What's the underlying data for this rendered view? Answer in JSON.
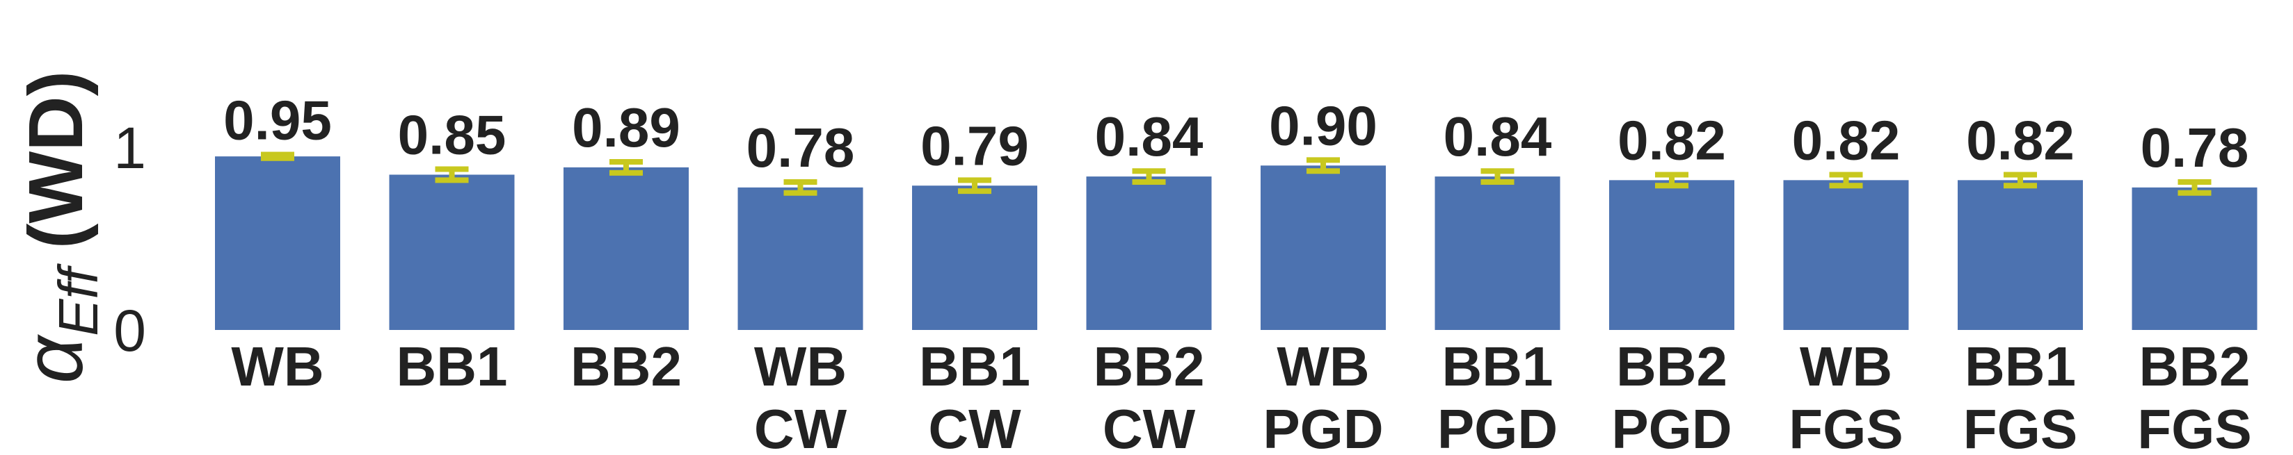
{
  "chart_data": {
    "type": "bar",
    "title": "",
    "ylabel_main": "α",
    "ylabel_sub": "Eff",
    "ylabel_suffix": "(WD)",
    "xlabel": "",
    "ylim": [
      0,
      1
    ],
    "yticks": [
      "0",
      "1"
    ],
    "categories": [
      [
        "WB"
      ],
      [
        "BB1"
      ],
      [
        "BB2"
      ],
      [
        "WB",
        "CW"
      ],
      [
        "BB1",
        "CW"
      ],
      [
        "BB2",
        "CW"
      ],
      [
        "WB",
        "PGD"
      ],
      [
        "BB1",
        "PGD"
      ],
      [
        "BB2",
        "PGD"
      ],
      [
        "WB",
        "FGS"
      ],
      [
        "BB1",
        "FGS"
      ],
      [
        "BB2",
        "FGS"
      ]
    ],
    "values": [
      0.95,
      0.85,
      0.89,
      0.78,
      0.79,
      0.84,
      0.9,
      0.84,
      0.82,
      0.82,
      0.82,
      0.78
    ],
    "value_labels": [
      "0.95",
      "0.85",
      "0.89",
      "0.78",
      "0.79",
      "0.84",
      "0.90",
      "0.84",
      "0.82",
      "0.82",
      "0.82",
      "0.78"
    ],
    "errors": [
      0.01,
      0.03,
      0.03,
      0.03,
      0.03,
      0.03,
      0.03,
      0.03,
      0.03,
      0.03,
      0.03,
      0.03
    ],
    "grid": false,
    "legend": "none",
    "colors": {
      "bar": "#4c72b0",
      "error": "#c8c81e",
      "text": "#222222"
    }
  }
}
